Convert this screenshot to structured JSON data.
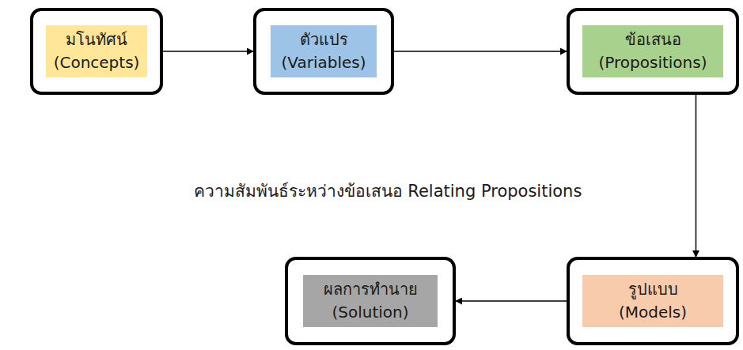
{
  "diagram": {
    "nodes": [
      {
        "text": [
          "มโนทัศน์",
          "(Concepts)"
        ]
      },
      {
        "text": [
          "ตัวแปร",
          "(Variables)"
        ]
      },
      {
        "text": [
          "ข้อเสนอ",
          "(Propositions)"
        ]
      },
      {
        "text": [
          "รูปแบบ",
          "(Models)"
        ]
      },
      {
        "text": [
          "ผลการทำนาย",
          "(Solution)"
        ]
      }
    ],
    "edges": [
      {
        "from": 0,
        "to": 1,
        "arrow": "to"
      },
      {
        "from": 1,
        "to": 2,
        "arrow": "to"
      },
      {
        "from": 2,
        "to": 3,
        "arrow": "to"
      },
      {
        "from": 3,
        "to": 4,
        "arrow": "to"
      }
    ],
    "labels": [
      "ความสัมพันธ์ระหว่างข้อเสนอ Relating Propositions"
    ]
  }
}
